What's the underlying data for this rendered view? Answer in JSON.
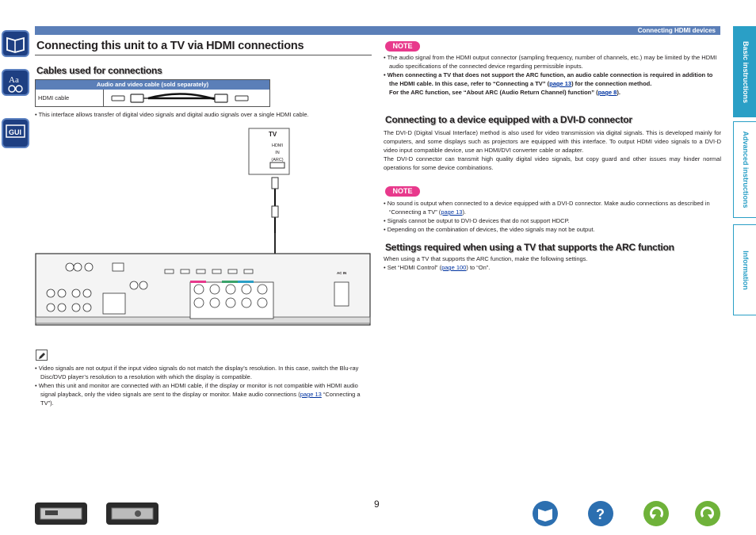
{
  "header": {
    "section": "Connecting HDMI devices"
  },
  "title": "Connecting this unit to a TV via HDMI connections",
  "cables": {
    "heading": "Cables used for connections",
    "table_header": "Audio and video cable (sold separately)",
    "row_label": "HDMI cable"
  },
  "intro_bullet": "This interface allows transfer of digital video signals and digital audio signals over a single HDMI cable.",
  "diagram": {
    "tv_label": "TV",
    "tv_port_1": "HDMI",
    "tv_port_2": "IN",
    "tv_port_3": "(ARC)",
    "ac_in": "AC IN"
  },
  "left_notes": {
    "b1": "Video signals are not output if the input video signals do not match the display’s resolution. In this case, switch the Blu-ray Disc/DVD player’s resolution to a resolution with which the display is compatible.",
    "b2_pre": "When this unit and monitor are connected with an HDMI cable, if the display or monitor is not compatible with HDMI audio signal playback, only the video signals are sent to the display or monitor. Make audio connections (",
    "b2_link": "page 13",
    "b2_post": " “Connecting a TV”)."
  },
  "note1": {
    "badge": "NOTE",
    "b1": "The audio signal from the HDMI output connector (sampling frequency, number of channels, etc.) may be limited by the HDMI audio specifications of the connected device regarding permissible inputs.",
    "b2_pre": "When connecting a TV that does not support the ARC function, an audio cable connection is required in addition to the HDMI cable. In this case, refer to “Connecting a TV” (",
    "b2_link": "page 13",
    "b2_post": ") for the connection method.",
    "b3_pre": "For the ARC function, see “About ARC (Audio Return Channel) function” (",
    "b3_link": "page 8",
    "b3_post": ")."
  },
  "dvi": {
    "heading": "Connecting to a device equipped with a DVI-D connector",
    "p1": "The DVI-D (Digital Visual Interface) method is also used for video transmission via digital signals. This is developed mainly for computers, and some displays such as projectors are equipped with this interface. To output HDMI video signals to a DVI-D video input compatible device, use an HDMI/DVI converter cable or adapter.",
    "p2": "The DVI-D connector can transmit high quality digital video signals, but copy guard and other issues may hinder normal operations for some device combinations."
  },
  "note2": {
    "badge": "NOTE",
    "b1_pre": "No sound is output when connected to a device equipped with a DVI-D connector. Make audio connections as described in “Connecting a TV” (",
    "b1_link": "page 13",
    "b1_post": ").",
    "b2": "Signals cannot be output to DVI-D devices that do not support HDCP.",
    "b3": "Depending on the combination of devices, the video signals may not be output."
  },
  "arc": {
    "heading": "Settings required when using a TV that supports the ARC function",
    "p1": "When using a TV that supports the ARC function, make the following settings.",
    "b1_pre": "Set “HDMI Control” (",
    "b1_link": "page 100",
    "b1_post": ") to “On”."
  },
  "side_tabs": [
    "Basic instructions",
    "Advanced instructions",
    "Information"
  ],
  "page_number": "9",
  "colors": {
    "accent": "#5b7fb8",
    "tab": "#2a9fc6",
    "note": "#e8398c",
    "link": "#0033a0"
  }
}
